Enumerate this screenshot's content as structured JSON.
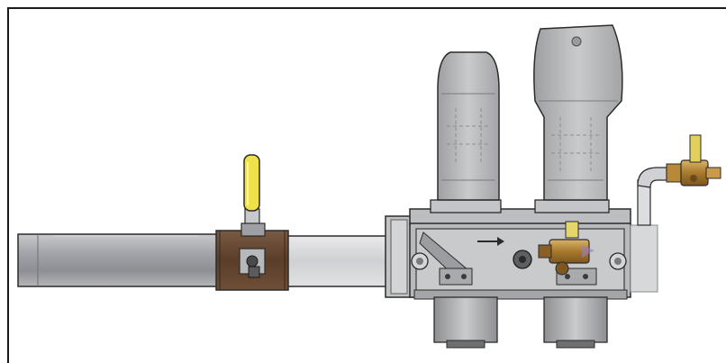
{
  "figure": {
    "kind": "valve-assembly-drawing",
    "palette": {
      "pipe_gray": "#a9aab0",
      "pipe_light": "#d6d7da",
      "body_gray": "#b5b6b8",
      "dark_outline": "#2b2b2b",
      "brass": "#a8792c",
      "bronze_band": "#6a4a33",
      "handle_yellow": "#f0e04a",
      "white": "#ffffff"
    },
    "components": [
      "main-pipe",
      "ball-valve-with-yellow-handle",
      "gas-regulator-body",
      "left-regulator-dome",
      "right-regulator-dome",
      "brass-test-cock",
      "elbow-fitting",
      "brass-side-valve",
      "bottom-filter-caps"
    ]
  }
}
